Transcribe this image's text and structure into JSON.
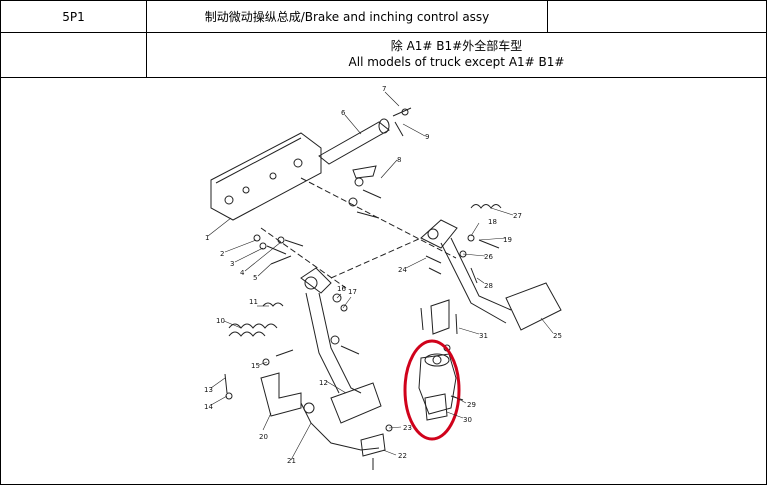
{
  "header": {
    "code": "5P1",
    "title": "制动微动操纵总成/Brake and inching control assy"
  },
  "applicability": {
    "line_cn": "除 A1# B1#外全部车型",
    "line_en": "All models of truck except A1# B1#"
  },
  "diagram": {
    "callouts": [
      "1",
      "2",
      "3",
      "4",
      "5",
      "6",
      "7",
      "8",
      "9",
      "10",
      "11",
      "12",
      "13",
      "14",
      "15",
      "16",
      "17",
      "18",
      "19",
      "20",
      "21",
      "22",
      "23",
      "24",
      "25",
      "26",
      "27",
      "28",
      "29",
      "30",
      "31"
    ],
    "highlight_color": "#d0021b"
  }
}
